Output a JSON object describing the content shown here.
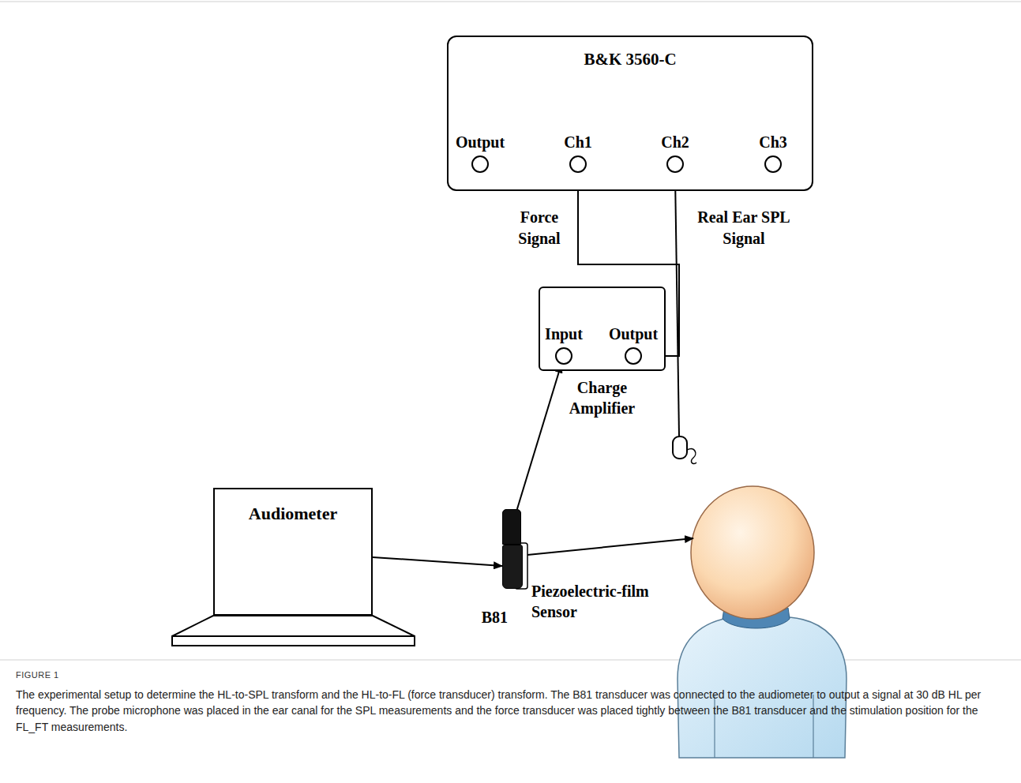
{
  "diagram": {
    "caption": "The experimental setup to determine the HL-to-SPL transform and the HL-to-FL (force transducer) transform. The B81 transducer was connected to the audiometer to output a signal at 30 dB HL per frequency. The probe microphone was placed in the ear canal for the SPL measurements and the force transducer was placed tightly between the B81 transducer and the stimulation position for the FL_FT measurements.",
    "nodes": [
      {
        "text": [
          "B&K 3560-C"
        ]
      },
      {
        "text": [
          "Output"
        ],
        "in": 0
      },
      {
        "text": [
          "Ch1"
        ],
        "in": 0
      },
      {
        "text": [
          "Ch2"
        ],
        "in": 0
      },
      {
        "text": [
          "Ch3"
        ],
        "in": 0
      },
      {
        "text": [
          "Charge Amplifier"
        ]
      },
      {
        "text": [
          "Input"
        ],
        "in": 5
      },
      {
        "text": [
          "Output"
        ],
        "in": 5
      },
      {
        "text": [
          "Audiometer"
        ]
      },
      {
        "text": [
          "B81"
        ]
      },
      {
        "text": [
          "Piezoelectric-film Sensor"
        ]
      }
    ],
    "edges": [
      {
        "from": 7,
        "to": 2,
        "arrow": "to",
        "label": "Force Signal"
      },
      {
        "from": 10,
        "to": 6,
        "arrow": "to"
      },
      {
        "from": 8,
        "to": 9,
        "arrow": "to"
      }
    ],
    "labels": [
      "Real Ear SPL Signal",
      "FIGURE 1"
    ]
  }
}
